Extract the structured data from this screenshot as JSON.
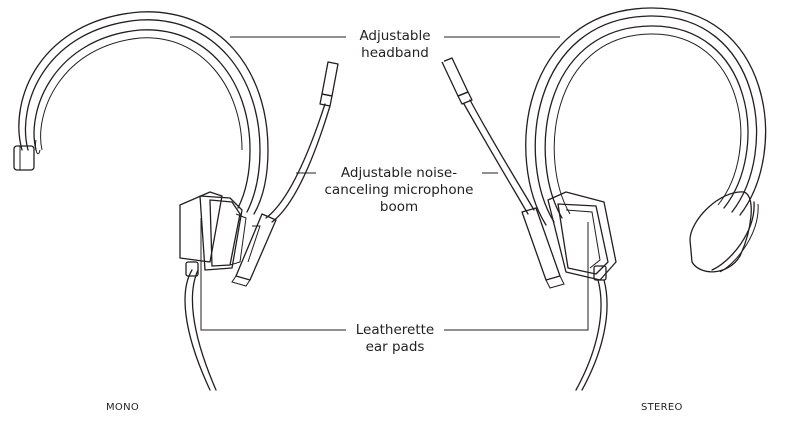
{
  "callouts": {
    "headband": {
      "line1": "Adjustable",
      "line2": "headband"
    },
    "boom": {
      "line1": "Adjustable noise-",
      "line2": "canceling microphone",
      "line3": "boom"
    },
    "ear_pads": {
      "line1": "Leatherette",
      "line2": "ear pads"
    }
  },
  "captions": {
    "mono": "MONO",
    "stereo": "STEREO"
  }
}
